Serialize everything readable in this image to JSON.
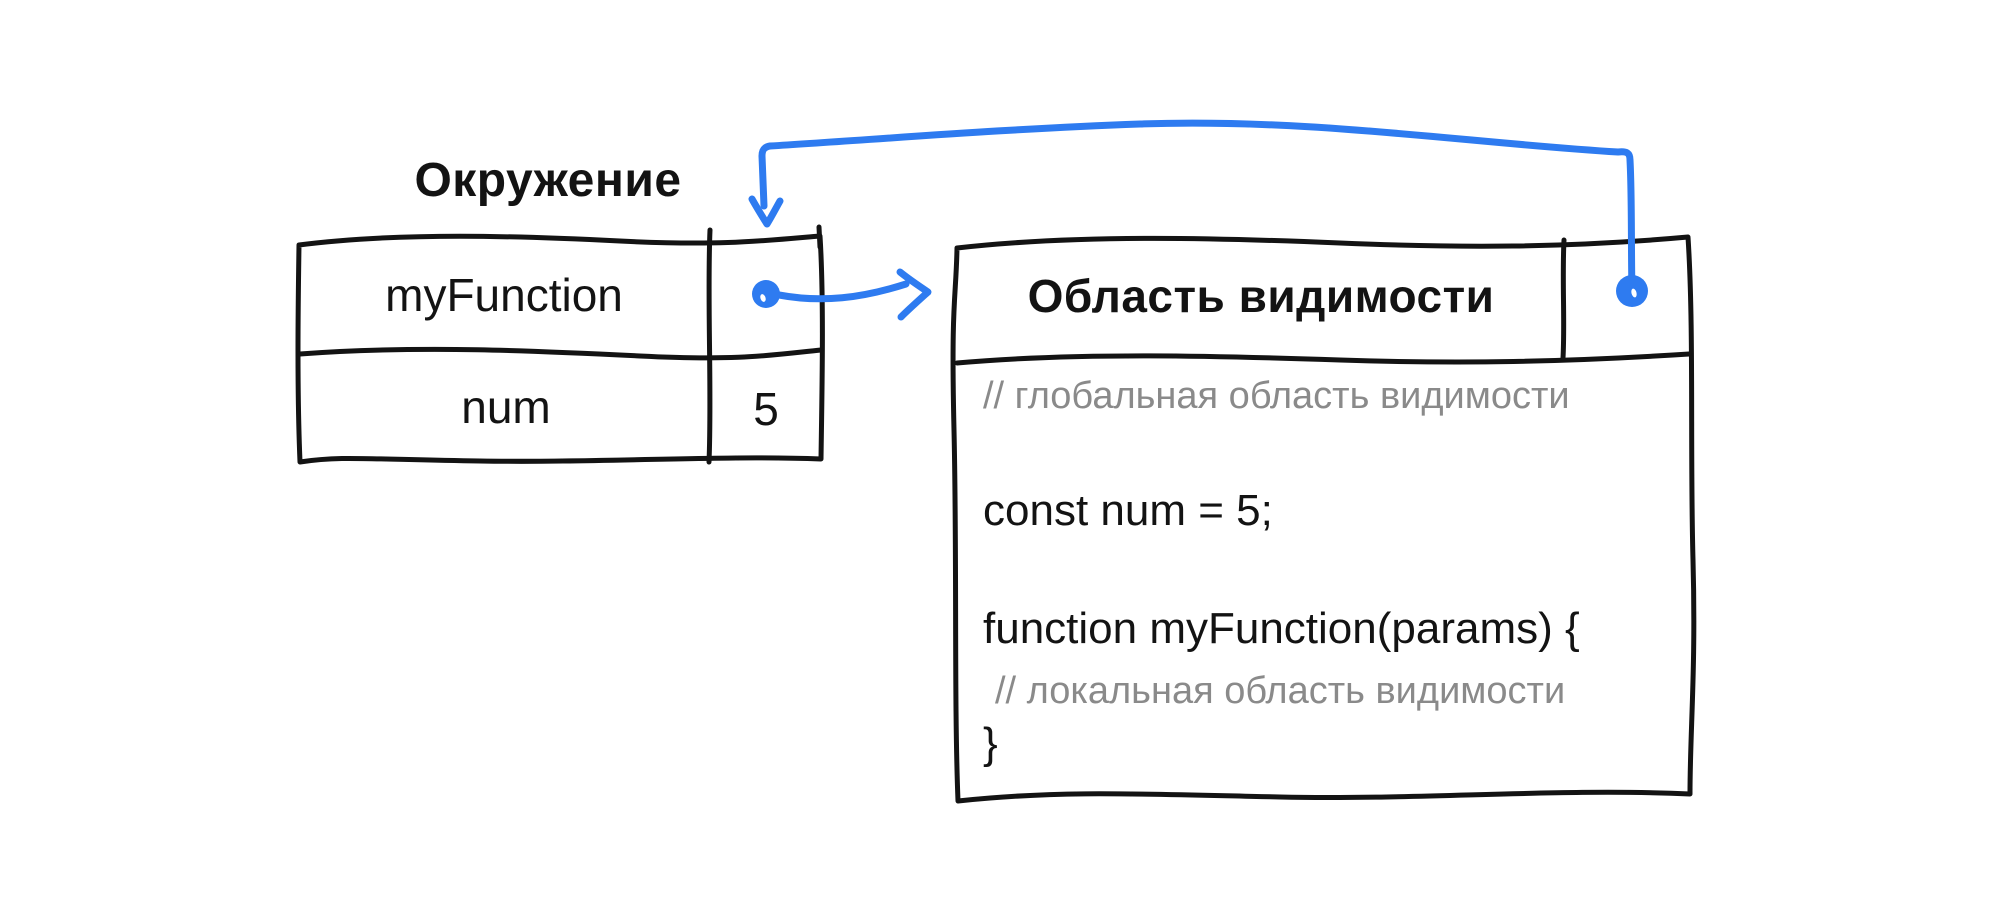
{
  "diagram": {
    "background": "#ffffff",
    "colors": {
      "ink": "#131313",
      "accent_blue": "#2e7bf0",
      "comment_gray": "#8a8a8a"
    },
    "environment_table": {
      "title": "Окружение",
      "rows": [
        {
          "name": "myFunction",
          "value": "",
          "value_icon": "pointer-dot"
        },
        {
          "name": "num",
          "value": "5"
        }
      ]
    },
    "scope_box": {
      "title": "Область видимости",
      "header_icon": "pointer-dot",
      "code_lines": [
        {
          "kind": "comment",
          "text": "// глобальная область видимости"
        },
        {
          "kind": "code",
          "text": "const num = 5;"
        },
        {
          "kind": "code",
          "text": "function myFunction(params) {"
        },
        {
          "kind": "comment",
          "text": "// локальная область видимости"
        },
        {
          "kind": "code",
          "text": "}"
        }
      ]
    },
    "arrows": [
      {
        "name": "pointer-arrow",
        "from": "environment_table.rows.0",
        "to": "scope_box",
        "color": "#2e7bf0"
      },
      {
        "name": "outer-scope-arrow",
        "from": "scope_box.header",
        "to": "environment_table.value_column",
        "color": "#2e7bf0"
      }
    ]
  }
}
